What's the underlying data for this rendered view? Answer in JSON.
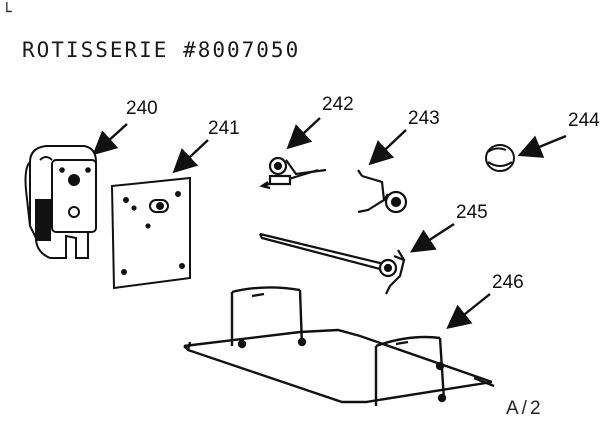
{
  "corner_mark": "└",
  "title": "ROTISSERIE #8007050",
  "sheet_id": "A/2",
  "parts": [
    {
      "number": "240",
      "icon": "motor-icon"
    },
    {
      "number": "241",
      "icon": "mounting-plate-icon"
    },
    {
      "number": "242",
      "icon": "left-spit-fork-icon"
    },
    {
      "number": "243",
      "icon": "right-spit-fork-icon"
    },
    {
      "number": "244",
      "icon": "knob-icon"
    },
    {
      "number": "245",
      "icon": "spit-rod-icon"
    },
    {
      "number": "246",
      "icon": "rack-frame-icon"
    }
  ],
  "colors": {
    "ink": "#111111",
    "paper": "#ffffff"
  }
}
